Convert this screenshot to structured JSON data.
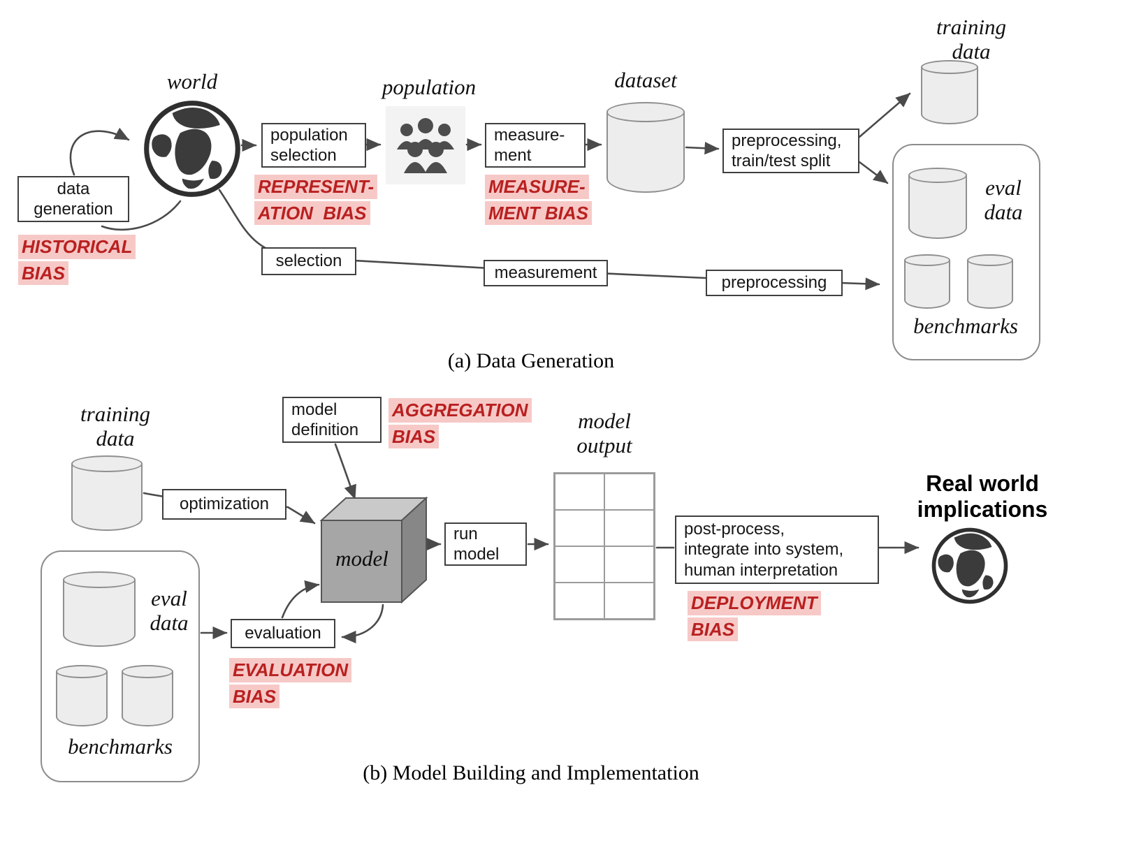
{
  "figure": {
    "caption_a": "(a) Data Generation",
    "caption_b": "(b) Model Building and Implementation"
  },
  "a": {
    "labels": {
      "world": "world",
      "population": "population",
      "dataset": "dataset",
      "training_data": "training\ndata",
      "eval_data": "eval\ndata",
      "benchmarks": "benchmarks"
    },
    "boxes": {
      "data_generation": "data\ngeneration",
      "population_selection": "population\nselection",
      "measurement_top": "measure-\nment",
      "preprocessing_split": "preprocessing,\ntrain/test split",
      "selection": "selection",
      "measurement_bottom": "measurement",
      "preprocessing_bottom": "preprocessing"
    },
    "bias": {
      "historical": [
        "HISTORICAL",
        "BIAS"
      ],
      "representation": [
        "REPRESENT-",
        "ATION  BIAS"
      ],
      "measurement": [
        "MEASURE-",
        "MENT BIAS"
      ]
    }
  },
  "b": {
    "labels": {
      "training_data": "training\ndata",
      "eval_data": "eval\ndata",
      "benchmarks": "benchmarks",
      "model": "model",
      "model_output": "model\noutput",
      "real_world": "Real world\nimplications"
    },
    "boxes": {
      "optimization": "optimization",
      "model_definition": "model\ndefinition",
      "run_model": "run\nmodel",
      "post_process": "post-process,\nintegrate into system,\nhuman interpretation",
      "evaluation": "evaluation"
    },
    "bias": {
      "aggregation": [
        "AGGREGATION",
        "BIAS"
      ],
      "evaluation": [
        "EVALUATION",
        "BIAS"
      ],
      "deployment": [
        "DEPLOYMENT",
        "BIAS"
      ]
    }
  },
  "icons": {
    "globe": "globe-icon",
    "people": "people-group-icon",
    "cylinder": "database-cylinder-icon",
    "cube": "model-cube-icon",
    "grid": "model-output-grid"
  },
  "colors": {
    "bias_text": "#b92020",
    "bias_highlight": "#f6c9c7",
    "box_border": "#3f3f3f",
    "cylinder_fill": "#ededed",
    "cylinder_stroke": "#8f8f8f",
    "arrow": "#4a4a4a"
  }
}
